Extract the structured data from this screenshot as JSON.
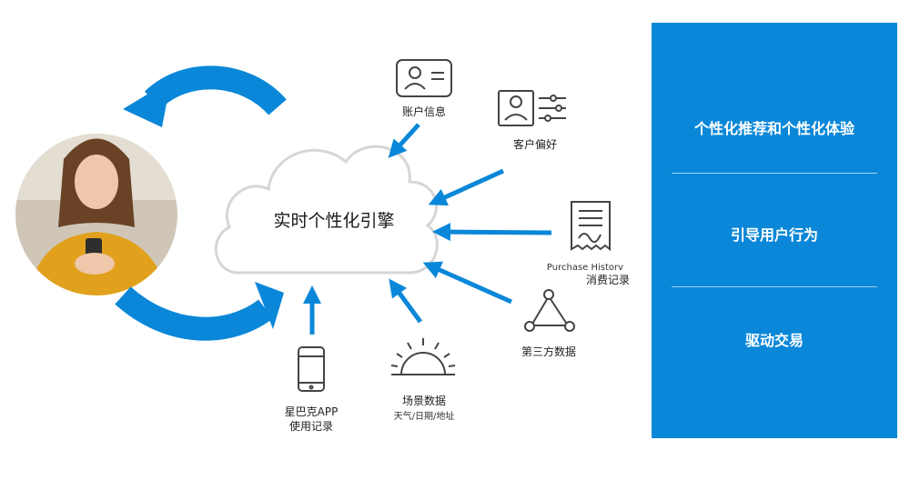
{
  "engine": {
    "title": "实时个性化引擎"
  },
  "sources": {
    "account": "账户信息",
    "preference": "客户偏好",
    "purchase_en": "Purchase Historv",
    "purchase_cn": "消费记录",
    "third_party": "第三方数据",
    "scene": "场景数据",
    "scene_detail": "天气/日期/地址",
    "app_line1": "星巴克APP",
    "app_line2": "使用记录"
  },
  "panel": {
    "items": [
      "个性化推荐和个性化体验",
      "引导用户行为",
      "驱动交易"
    ],
    "color": "#0a87d8"
  },
  "colors": {
    "arrow": "#0a87d8",
    "icon": "#444444"
  }
}
